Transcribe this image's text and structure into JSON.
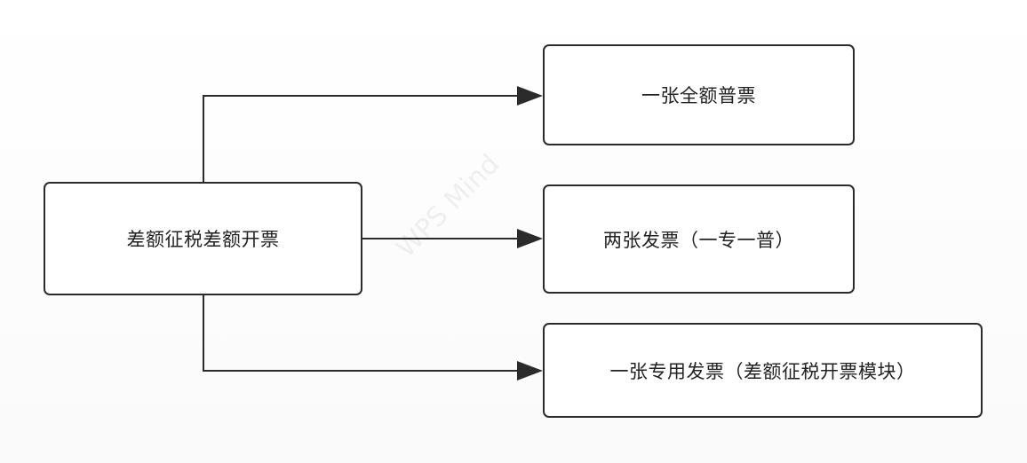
{
  "diagram": {
    "root": {
      "label": "差额征税差额开票"
    },
    "branches": [
      {
        "label": "一张全额普票"
      },
      {
        "label": "两张发票（一专一普）"
      },
      {
        "label": "一张专用发票（差额征税开票模块）"
      }
    ]
  },
  "watermark": "WPS Mind",
  "colors": {
    "border": "#2b2b2b",
    "line": "#2b2b2b",
    "text": "#222222",
    "background": "#ffffff"
  }
}
